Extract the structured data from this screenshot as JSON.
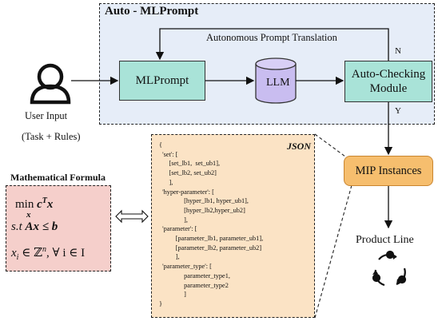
{
  "frame": {
    "title": "Auto - MLPrompt"
  },
  "loop_label": "Autonomous Prompt Translation",
  "nodes": {
    "mlprompt": "MLPrompt",
    "llm": "LLM",
    "auto_checking_line1": "Auto-Checking",
    "auto_checking_line2": "Module",
    "mip": "MIP Instances",
    "product_line": "Product Line"
  },
  "edges": {
    "no": "N",
    "yes": "Y"
  },
  "user": {
    "label": "User Input",
    "sub": "(Task + Rules)"
  },
  "json_panel": {
    "title": "JSON",
    "lines": [
      "{",
      "  'set': [",
      "      [set_lb1,  set_ub1],",
      "      [set_lb2, set_ub2]",
      "      ],",
      "  'hyper-parameter': [",
      "               [hyper_lb1, hyper_ub1],",
      "               [hyper_lb2,hyper_ub2]",
      "               ],",
      "  'parameter': [",
      "          [parameter_lb1, parameter_ub1],",
      "          [parameter_lb2, parameter_ub2]",
      "          ],",
      "  'parameter_type': [",
      "               parameter_type1,",
      "               parameter_type2",
      "               ]",
      "}"
    ]
  },
  "formula_panel": {
    "title": "Mathematical Formula",
    "min": "min",
    "min_var": "x",
    "min_expr_c": "c",
    "min_expr_t": "T",
    "min_expr_x": "x",
    "st": "s.t",
    "st_expr": "Ax ≤ b",
    "dom_x": "x",
    "dom_i": "i",
    "dom_in": "∈ ℤ",
    "dom_n": "n",
    "dom_rest": ", ∀ i ∈ I"
  }
}
